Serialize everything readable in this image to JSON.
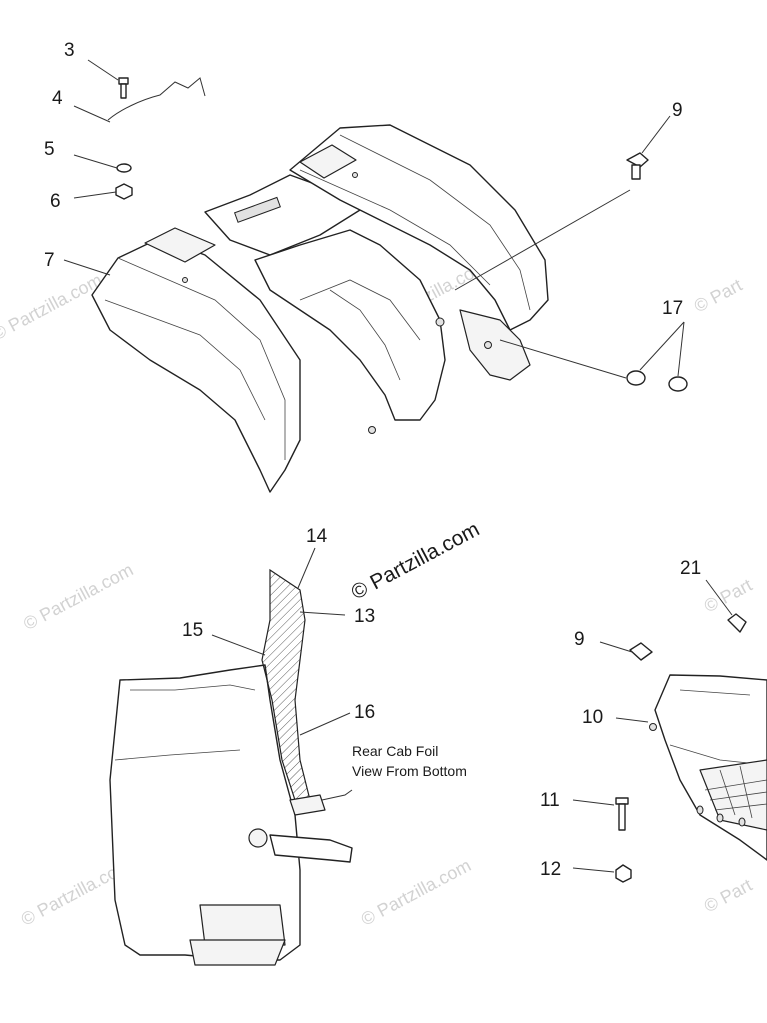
{
  "callouts": {
    "c3": "3",
    "c4": "4",
    "c5": "5",
    "c6": "6",
    "c7": "7",
    "c9a": "9",
    "c17": "17",
    "c14": "14",
    "c13": "13",
    "c15": "15",
    "c16": "16",
    "c21": "21",
    "c9b": "9",
    "c10": "10",
    "c11": "11",
    "c12": "12"
  },
  "note": {
    "line1": "Rear Cab Foil",
    "line2": "View From Bottom"
  },
  "watermark": {
    "main": "© Partzilla.com",
    "faint": "© Partzilla.com",
    "faint_partial": "© Part"
  }
}
